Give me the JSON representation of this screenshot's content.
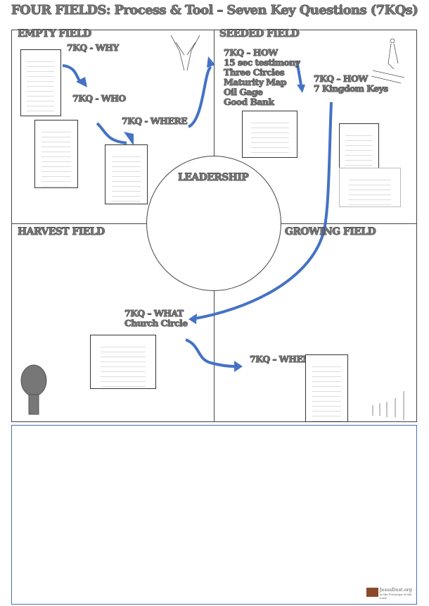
{
  "title": "FOUR FIELDS: Process & Tool – Seven Key Questions (7KQs)",
  "fields": {
    "empty": {
      "label": "EMPTY FIELD",
      "questions": [
        "7KQ - WHY",
        "7KQ - WHO",
        "7KQ - WHERE"
      ]
    },
    "seeded": {
      "label": "SEEDED FIELD",
      "how_list": [
        "7KQ – HOW",
        "15 sec testimony",
        "Three Circles",
        "Maturity Map",
        "Oil Gage",
        "Good Bank"
      ],
      "how2": [
        "7KQ – HOW",
        "7 Kingdom Keys"
      ]
    },
    "harvest": {
      "label": "HARVEST FIELD",
      "what": [
        "7KQ – WHAT",
        "Church Circle"
      ]
    },
    "growing": {
      "label": "GROWING FIELD",
      "when": "7KQ – WHEN"
    }
  },
  "center": "LEADERSHIP",
  "footer": {
    "site": "JesusDust.org",
    "tagline": "in the Footsteps of the Lord"
  },
  "colors": {
    "arrow": "#4472c4",
    "text": "#777777"
  }
}
